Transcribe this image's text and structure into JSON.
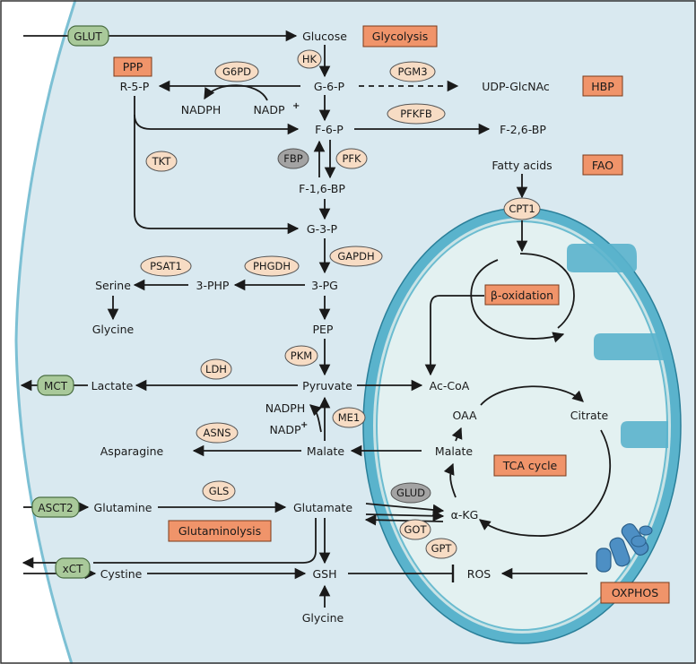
{
  "metabolites": {
    "glucose": "Glucose",
    "g6p": "G-6-P",
    "r5p": "R-5-P",
    "udp_glcnac": "UDP-GlcNAc",
    "nadph_ppp": "NADPH",
    "nadp_ppp": "NADP",
    "f6p": "F-6-P",
    "f26bp": "F-2,6-BP",
    "f16bp": "F-1,6-BP",
    "g3p": "G-3-P",
    "serine": "Serine",
    "php": "3-PHP",
    "pg": "3-PG",
    "glycine_ser": "Glycine",
    "pep": "PEP",
    "lactate": "Lactate",
    "pyruvate": "Pyruvate",
    "accoa": "Ac-CoA",
    "nadph_me": "NADPH",
    "nadp_me": "NADP",
    "oaa": "OAA",
    "citrate": "Citrate",
    "asparagine": "Asparagine",
    "malate_cyto": "Malate",
    "malate_mito": "Malate",
    "glutamine": "Glutamine",
    "glutamate": "Glutamate",
    "akg": "α-KG",
    "cystine": "Cystine",
    "gsh": "GSH",
    "ros": "ROS",
    "glycine_gsh": "Glycine",
    "fatty_acids": "Fatty acids"
  },
  "enzymes": {
    "hk": "HK",
    "g6pd": "G6PD",
    "pgm3": "PGM3",
    "pfkfb": "PFKFB",
    "tkt": "TKT",
    "fbp": "FBP",
    "pfk": "PFK",
    "psat1": "PSAT1",
    "phgdh": "PHGDH",
    "gapdh": "GAPDH",
    "pkm": "PKM",
    "ldh": "LDH",
    "me1": "ME1",
    "asns": "ASNS",
    "gls": "GLS",
    "glud": "GLUD",
    "got": "GOT",
    "gpt": "GPT",
    "cpt1": "CPT1"
  },
  "transporters": {
    "glut": "GLUT",
    "mct": "MCT",
    "asct2": "ASCT2",
    "xct": "xCT"
  },
  "pathways": {
    "glycolysis": "Glycolysis",
    "ppp": "PPP",
    "hbp": "HBP",
    "fao": "FAO",
    "beta_ox": "β-oxidation",
    "tca": "TCA cycle",
    "glutaminolysis": "Glutaminolysis",
    "oxphos": "OXPHOS"
  },
  "colors": {
    "cell": "#d9e9f0",
    "mito_outer": "#5ab3cc",
    "mito_matrix": "#e3f1f1",
    "enzyme": "#f7dcc4",
    "pathway_box": "#f0946a",
    "transporter": "#a9c99a",
    "inhibited_enzyme": "#a3a3a3",
    "complex": "#4d8fc4",
    "ink": "#1a1a1a"
  }
}
